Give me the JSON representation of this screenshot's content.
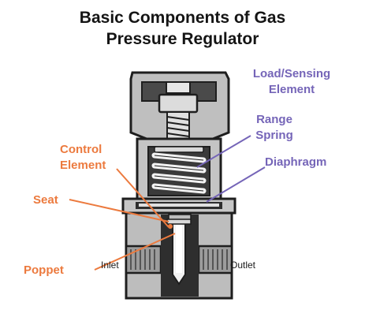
{
  "title": {
    "line1": "Basic Components of Gas",
    "line2": "Pressure Regulator"
  },
  "labels": {
    "load_sensing_line1": "Load/Sensing",
    "load_sensing_line2": "Element",
    "range_spring_line1": "Range",
    "range_spring_line2": "Spring",
    "diaphragm": "Diaphragm",
    "control_element_line1": "Control",
    "control_element_line2": "Element",
    "seat": "Seat",
    "poppet": "Poppet",
    "inlet": "Inlet",
    "outlet": "Outlet"
  },
  "colors": {
    "purple_label": "#7565b8",
    "orange_label": "#ec7a3e",
    "body_gray": "#bdbdbd",
    "dark": "#2b2b2b"
  }
}
